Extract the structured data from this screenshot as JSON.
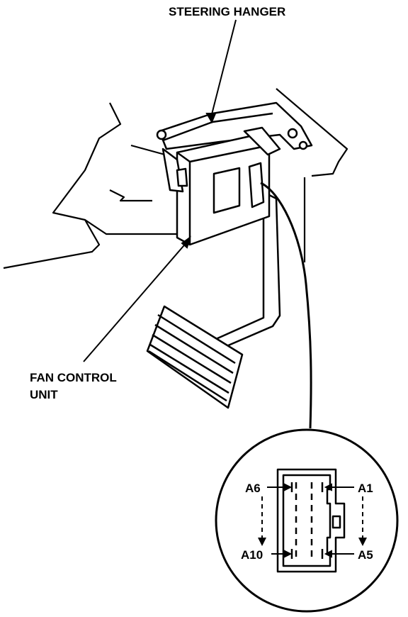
{
  "labels": {
    "steering_hanger": "STEERING HANGER",
    "fan_control_line1": "FAN CONTROL",
    "fan_control_line2": "UNIT"
  },
  "connector": {
    "pins": {
      "top_left": "A6",
      "top_right": "A1",
      "bottom_left": "A10",
      "bottom_right": "A5"
    }
  },
  "colors": {
    "ink": "#000000",
    "paper": "#ffffff"
  }
}
